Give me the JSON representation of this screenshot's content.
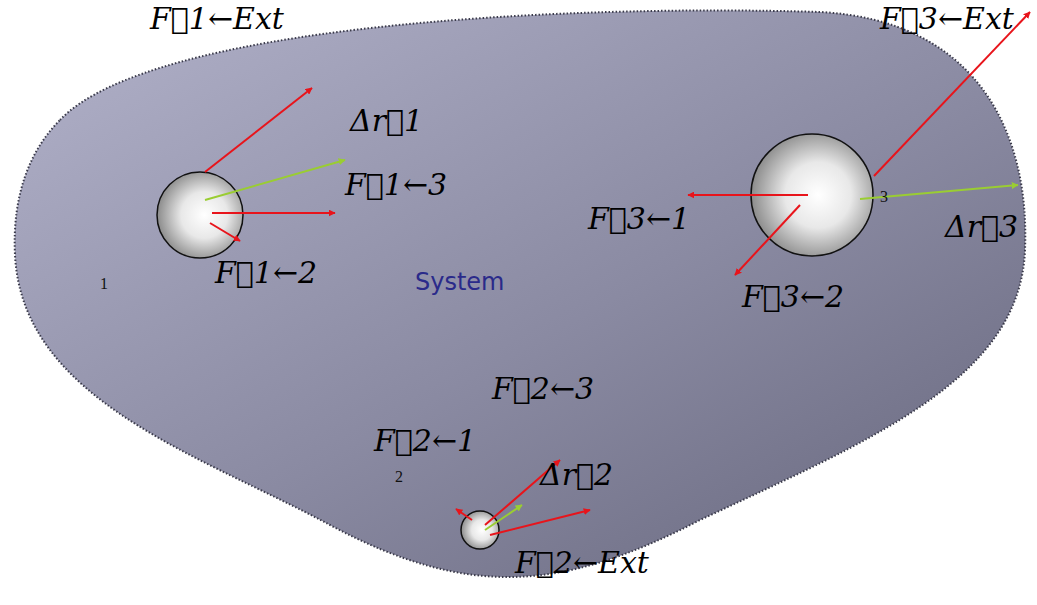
{
  "diagram": {
    "nodes": [
      {
        "text": [
          "System"
        ]
      },
      {
        "text": [
          "1"
        ],
        "in": 0
      },
      {
        "text": [
          "3"
        ],
        "in": 0
      },
      {
        "text": [
          "2"
        ],
        "in": 0
      }
    ],
    "labels": [
      "F⃗1←Ext",
      "F⃗3←Ext",
      "Δr⃗1",
      "F⃗1←3",
      "F⃗3←1",
      "Δr⃗3",
      "F⃗1←2",
      "F⃗3←2",
      "F⃗2←3",
      "F⃗2←1",
      "Δr⃗2",
      "F⃗2←Ext"
    ]
  }
}
